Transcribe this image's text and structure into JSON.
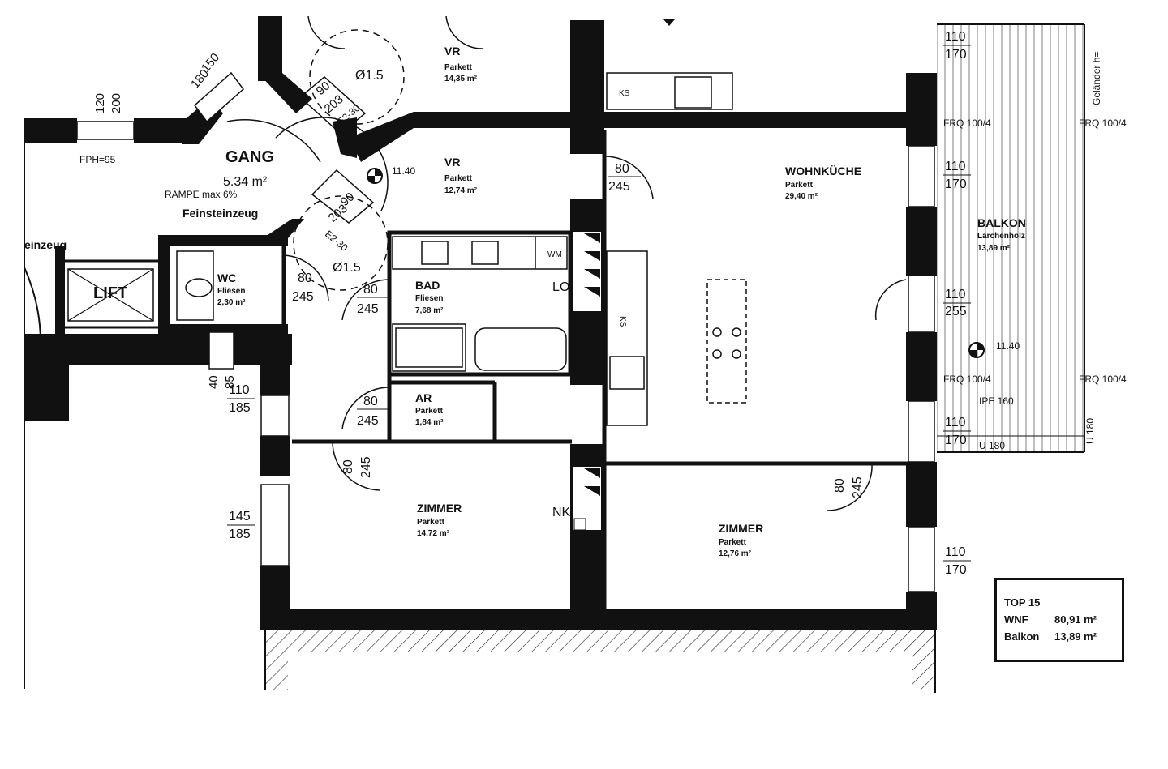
{
  "rooms": {
    "gang": {
      "name": "GANG",
      "area": "5.34 m²",
      "note": "RAMPE max 6%",
      "floor": "Feinsteinzeug"
    },
    "feinsteinzeug_left": "einzeug",
    "lift": "LIFT",
    "fph": "FPH=95",
    "vr_top": {
      "name": "VR",
      "floor": "Parkett",
      "area": "14,35 m²"
    },
    "vr": {
      "name": "VR",
      "floor": "Parkett",
      "area": "12,74 m²"
    },
    "wc": {
      "name": "WC",
      "floor": "Fliesen",
      "area": "2,30 m²"
    },
    "bad": {
      "name": "BAD",
      "floor": "Fliesen",
      "area": "7,68 m²"
    },
    "ar": {
      "name": "AR",
      "floor": "Parkett",
      "area": "1,84 m²"
    },
    "zimmer1": {
      "name": "ZIMMER",
      "floor": "Parkett",
      "area": "14,72 m²"
    },
    "zimmer2": {
      "name": "ZIMMER",
      "floor": "Parkett",
      "area": "12,76 m²"
    },
    "wohnkueche": {
      "name": "WOHNKÜCHE",
      "floor": "Parkett",
      "area": "29,40 m²"
    },
    "balkon": {
      "name": "BALKON",
      "floor": "Lärchenholz",
      "area": "13,89 m²"
    }
  },
  "tags": {
    "ks": "KS",
    "wm": "WM",
    "lo": "LO",
    "nk": "NK",
    "frq": "FRQ 100/4",
    "ipe": "IPE 160",
    "u180": "U 180",
    "gelaender": "Geländer h=",
    "level1": "11.40",
    "level2": "11.40",
    "dia": "Ø1.5"
  },
  "dims": {
    "d110": "110",
    "d170": "170",
    "d255": "255",
    "d185": "185",
    "d145": "145",
    "d80": "80",
    "d245": "245",
    "d90": "90",
    "d203": "203",
    "d120": "120",
    "d200": "200",
    "d150": "150",
    "d180": "180",
    "d40": "40",
    "d85": "85",
    "step": "E2-30"
  },
  "summary": {
    "title": "TOP 15",
    "rows": [
      {
        "label": "WNF",
        "value": "80,91 m²"
      },
      {
        "label": "Balkon",
        "value": "13,89 m²"
      }
    ]
  }
}
